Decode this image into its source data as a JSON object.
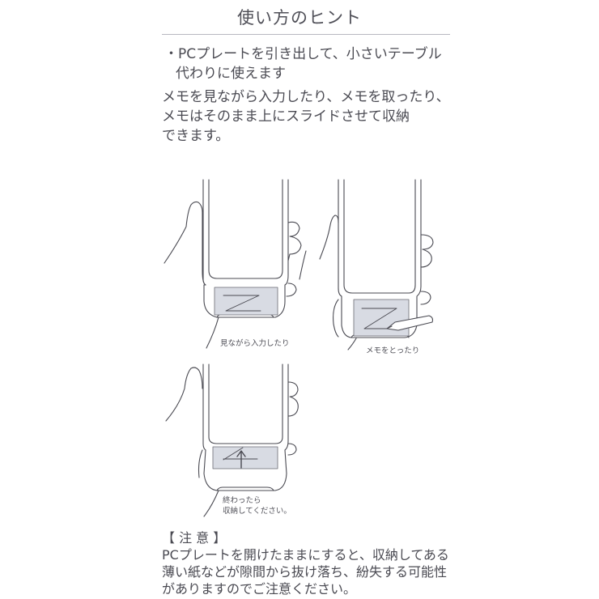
{
  "title": "使い方のヒント",
  "bullet": {
    "line1": "・PCプレートを引き出して、小さいテーブル",
    "line2": "代わりに使えます"
  },
  "description": {
    "line1": "メモを見ながら入力したり、メモを取ったり、",
    "line2": "メモはそのまま上にスライドさせて収納",
    "line3": "できます。"
  },
  "figures": [
    {
      "caption": "見ながら入力したり"
    },
    {
      "caption": "メモをとったり"
    },
    {
      "caption_line1": "終わったら",
      "caption_line2": "収納してください。"
    }
  ],
  "notice": {
    "heading": "【 注 意 】",
    "line1": "PCプレートを開けたままにすると、収納してある",
    "line2": "薄い紙などが隙間から抜け落ち、紛失する可能性",
    "line3": "がありますのでご注意ください。"
  },
  "colors": {
    "line": "#4a4a52",
    "panel": "#d8dbe3",
    "text": "#4a4a52"
  }
}
